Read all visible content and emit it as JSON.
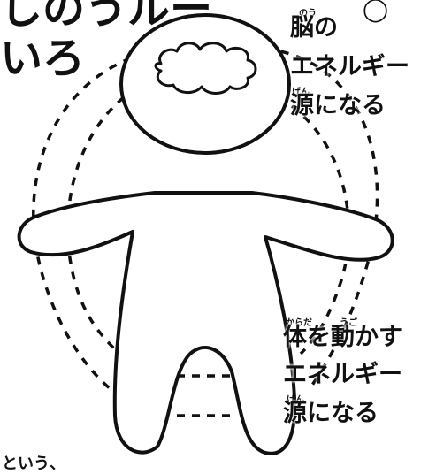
{
  "colors": {
    "ink": "#111111",
    "background": "#ffffff"
  },
  "top_fragment": "しのうルー",
  "left_fragment": "いろ",
  "bottom_left_fragment": "という、",
  "brain_label": {
    "ruby": "のう",
    "line1": "脳の",
    "line2": "エネルギー",
    "ruby2": "げん",
    "line3": "源になる"
  },
  "body_label": {
    "ruby": "からだ",
    "ruby_b": "うご",
    "line1": "体を動かす",
    "line2": "エネルギー",
    "ruby2": "げん",
    "line3": "源になる"
  },
  "illustration": {
    "figure": "person-outline",
    "head_icon": "cloud-brain-icon"
  }
}
